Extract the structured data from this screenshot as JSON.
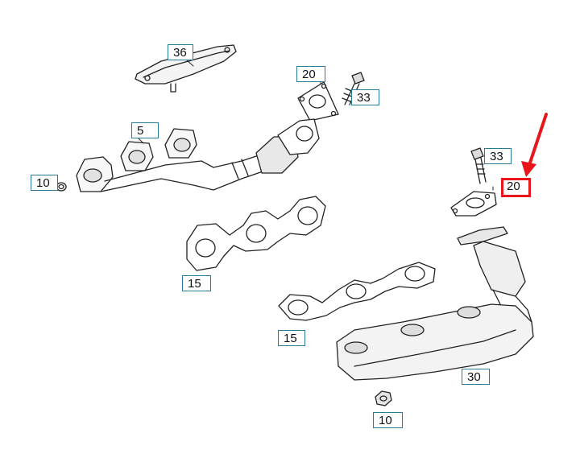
{
  "colors": {
    "line": "#222222",
    "shade": "#d9d9d9",
    "callout_border": "#2a7a9a",
    "highlight": "#e8161b"
  },
  "callouts": [
    {
      "label": "36"
    },
    {
      "label": "20"
    },
    {
      "label": "33"
    },
    {
      "label": "5"
    },
    {
      "label": "10"
    },
    {
      "label": "33"
    },
    {
      "label": "20"
    },
    {
      "label": "15"
    },
    {
      "label": "15"
    },
    {
      "label": "30"
    },
    {
      "label": "10"
    }
  ],
  "highlight": {
    "label": "20",
    "icon": "red-arrow-icon"
  }
}
